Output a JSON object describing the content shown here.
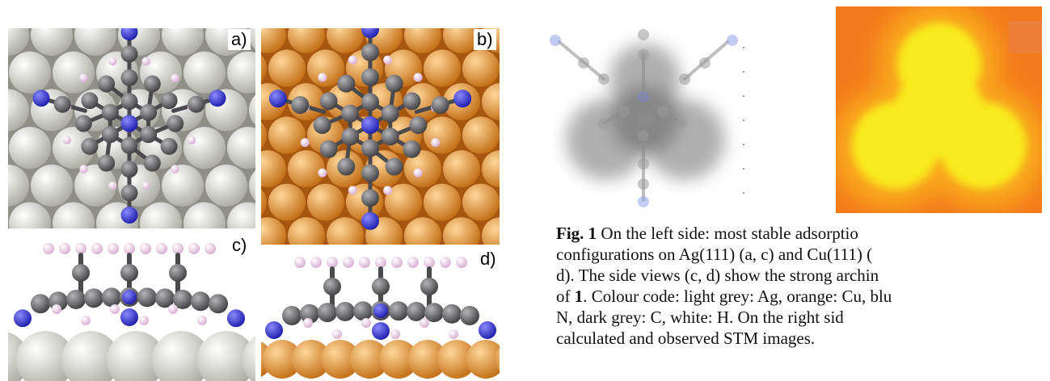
{
  "panels": {
    "a": {
      "label": "a)"
    },
    "b": {
      "label": "b)"
    },
    "c": {
      "label": "c)"
    },
    "d": {
      "label": "d)"
    }
  },
  "caption": {
    "fig_label": "Fig. 1",
    "bold_compound": "1",
    "lines": [
      " On the left side: most stable adsorptio",
      "configurations on Ag(111) (a, c) and Cu(111) (",
      "d). The side views (c, d) show the strong archin",
      "of ",
      ". Colour code: light grey: Ag, orange: Cu, blu",
      "N, dark grey: C, white: H. On the right sid",
      "calculated and observed STM images."
    ]
  },
  "colors": {
    "ag": "#cfcfc7",
    "cu": "#e8922e",
    "n": "#2a2ad8",
    "c": "#555559",
    "h": "#e7c8e0",
    "stm_bg": "#f37a1c",
    "stm_bright": "#f8ea1a"
  }
}
